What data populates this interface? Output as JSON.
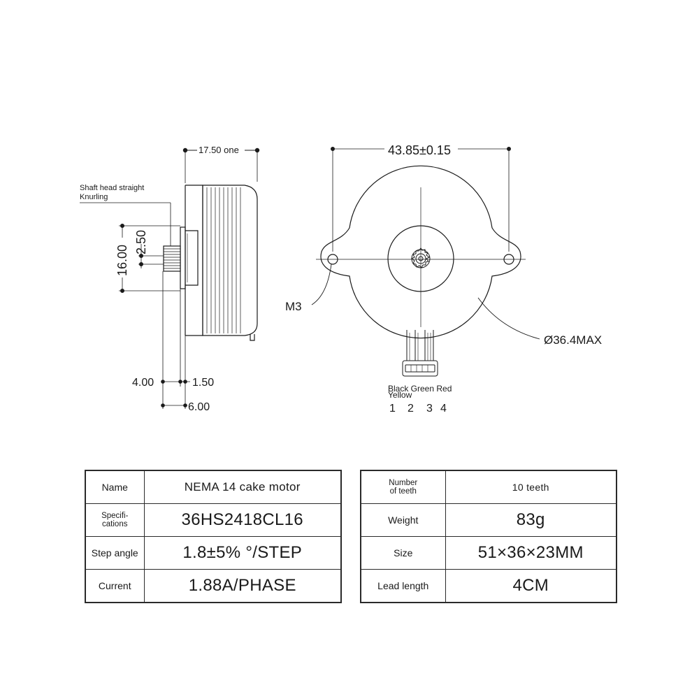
{
  "side_view": {
    "dims": {
      "top_width": "17.50 one",
      "height_total": "16.00",
      "knurl_height": "2.50",
      "bottom_a": "4.00",
      "bottom_b": "1.50",
      "bottom_c": "6.00"
    },
    "shaft_note_line1": "Shaft head straight",
    "shaft_note_line2": "Knurling"
  },
  "front_view": {
    "mount_spacing": "43.85±0.15",
    "hole_label": "M3",
    "diameter_label": "Ø36.4MAX",
    "wire_colors_line1": "Black Green Red",
    "wire_colors_line2": "Yellow",
    "pin_numbers": [
      "1",
      "2",
      "3",
      "4"
    ]
  },
  "specs_left": [
    {
      "label": "Name",
      "value": "NEMA 14 cake motor"
    },
    {
      "label": "Specifi-\ncations",
      "value": "36HS2418CL16"
    },
    {
      "label": "Step angle",
      "value": "1.8±5% °/STEP"
    },
    {
      "label": "Current",
      "value": "1.88A/PHASE"
    }
  ],
  "specs_right": [
    {
      "label": "Number\nof teeth",
      "value": "10 teeth"
    },
    {
      "label": "Weight",
      "value": "83g"
    },
    {
      "label": "Size",
      "value": "51×36×23MM"
    },
    {
      "label": "Lead length",
      "value": "4CM"
    }
  ]
}
